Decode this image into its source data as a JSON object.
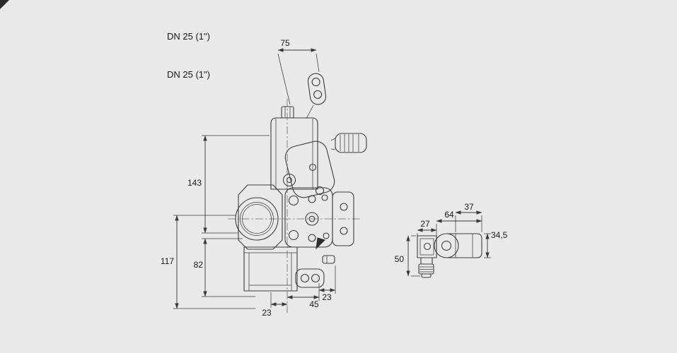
{
  "meta": {
    "background_color": "#e9e9e9",
    "line_color": "#3d3d3d",
    "text_color": "#1a1a1a",
    "drawing_type": "technical dimensional drawing of gas solenoid valve with pressure regulator and pilot coil side view"
  },
  "header": {
    "line1": "DN 25 (1\")",
    "line2": "DN 25 (1\")"
  },
  "main_view": {
    "dim_top_width": "75",
    "dim_height_upper": "143",
    "dim_height_overall": "117",
    "dim_height_lower": "82",
    "dim_bottom_left": "23",
    "dim_bottom_center": "45",
    "dim_bottom_right": "23"
  },
  "side_view": {
    "dim_width_body": "27",
    "dim_width_coil": "64",
    "dim_width_tube": "37",
    "dim_height_coil": "34,5",
    "dim_height_total": "50"
  }
}
